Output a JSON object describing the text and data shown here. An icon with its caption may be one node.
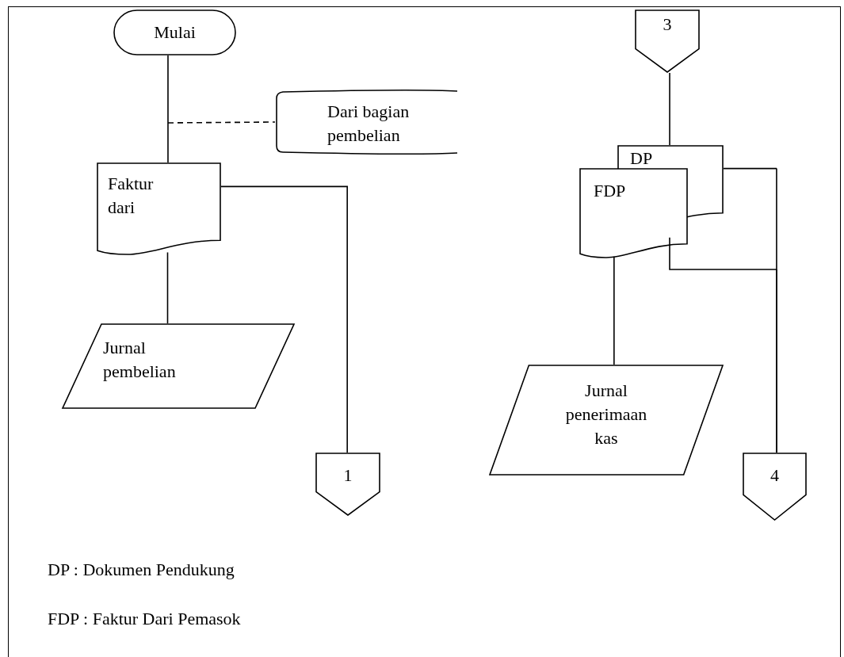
{
  "diagram": {
    "nodes": [
      {
        "text": [
          "Mulai"
        ]
      },
      {
        "text": [
          "Dari bagian pembelian"
        ]
      },
      {
        "text": [
          "Faktur dari"
        ]
      },
      {
        "text": [
          "Jurnal pembelian"
        ]
      },
      {
        "text": [
          "1"
        ]
      },
      {
        "text": [
          "3"
        ]
      },
      {
        "text": [
          "DP"
        ]
      },
      {
        "text": [
          "FDP"
        ]
      },
      {
        "text": [
          "Jurnal penerimaan kas"
        ]
      },
      {
        "text": [
          "4"
        ]
      }
    ],
    "edges": [
      {
        "from": 0,
        "to": 2,
        "arrow": "none"
      },
      {
        "from": null,
        "to": 1,
        "arrow": "none",
        "style": "dashed"
      },
      {
        "from": 2,
        "to": 3,
        "arrow": "none"
      },
      {
        "from": 2,
        "to": 4,
        "arrow": "none"
      },
      {
        "from": 5,
        "to": 6,
        "arrow": "none"
      },
      {
        "from": 7,
        "to": 8,
        "arrow": "none"
      },
      {
        "from": 6,
        "to": 9,
        "arrow": "none"
      },
      {
        "from": 7,
        "to": 9,
        "arrow": "none"
      }
    ],
    "labels": [
      "DP : Dokumen Pendukung",
      "FDP : Faktur Dari Pemasok"
    ]
  }
}
